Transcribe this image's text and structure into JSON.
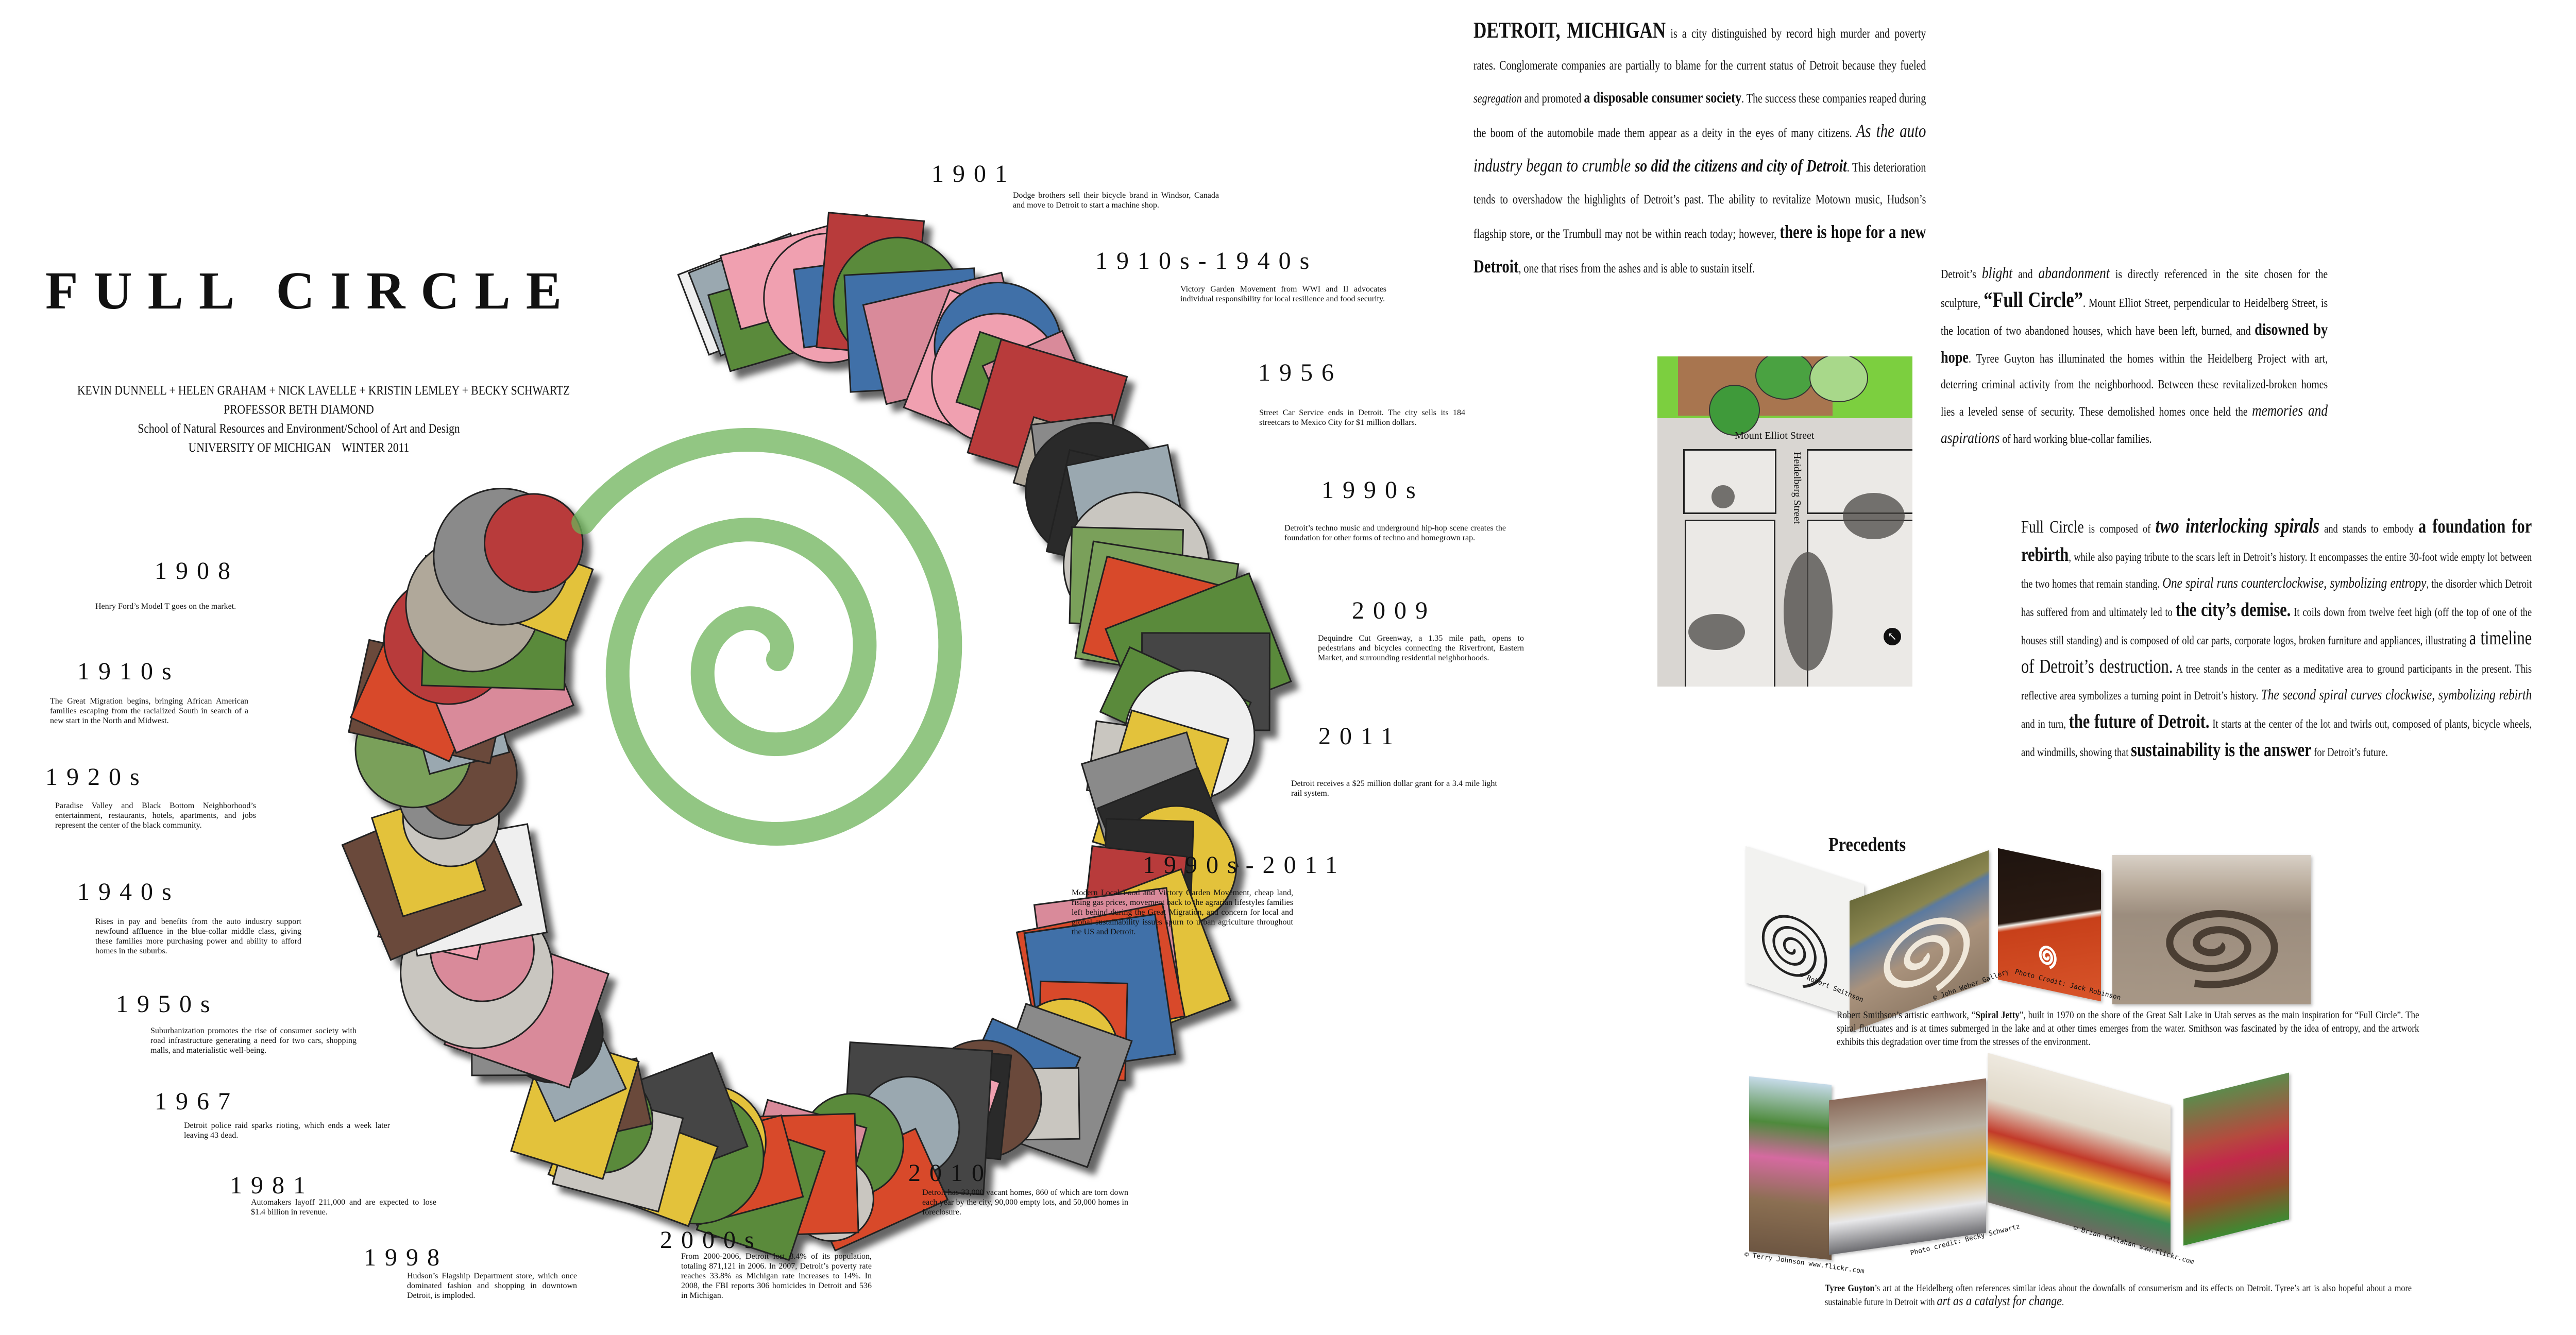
{
  "header": {
    "title": "FULL CIRCLE",
    "authors": "KEVIN DUNNELL + HELEN GRAHAM + NICK LAVELLE + KRISTIN LEMLEY + BECKY SCHWARTZ",
    "professor": "PROFESSOR BETH DIAMOND",
    "school": "School of Natural Resources and Environment/School of Art and Design",
    "university": "UNIVERSITY OF MICHIGAN    WINTER 2011"
  },
  "timeline": [
    {
      "year": "1908",
      "text": "Henry Ford’s Model T goes on the market."
    },
    {
      "year": "1910s",
      "text": "The Great Migration begins, bringing African American families escaping from the racialized South in search of a new start in the North and Midwest."
    },
    {
      "year": "1920s",
      "text": "Paradise Valley and Black Bottom Neighborhood’s entertainment, restaurants, hotels, apartments, and jobs represent the center of the black community."
    },
    {
      "year": "1940s",
      "text": "Rises in pay and benefits from the auto industry support newfound affluence in the blue-collar middle class, giving these families more purchasing power and ability to afford homes in the suburbs."
    },
    {
      "year": "1950s",
      "text": "Suburbanization promotes the rise of consumer society with road infrastructure generating a need for two cars, shopping malls, and materialistic well-being."
    },
    {
      "year": "1967",
      "text": "Detroit police raid sparks rioting, which ends a week later leaving 43 dead."
    },
    {
      "year": "1981",
      "text": "Automakers layoff 211,000 and are expected to lose $1.4 billion in revenue."
    },
    {
      "year": "1998",
      "text": "Hudson’s Flagship Department store, which once dominated fashion and shopping in downtown Detroit, is imploded."
    },
    {
      "year": "2000s",
      "text": "From 2000-2006, Detroit lost 8.4% of its population, totaling 871,121 in 2006. In 2007, Detroit’s poverty rate reaches 33.8% as Michigan rate increases to 14%. In 2008, the FBI reports 306 homicides in Detroit and 536 in Michigan."
    },
    {
      "year": "2010",
      "text": "Detroit has 33,000 vacant homes, 860 of which are torn down each year by the city, 90,000 empty lots, and 50,000 homes in foreclosure."
    },
    {
      "year": "1901",
      "text": "Dodge brothers sell their bicycle brand in Windsor, Canada and move to Detroit to start a machine shop."
    },
    {
      "year": "1910s-1940s",
      "text": "Victory Garden Movement from WWI and II advocates individual responsibility for local resilience and food security."
    },
    {
      "year": "1956",
      "text": "Street Car Service ends in Detroit. The city sells its 184 streetcars to Mexico City for $1 million dollars."
    },
    {
      "year": "1990s",
      "text": "Detroit’s techno music and  underground hip-hop scene creates the foundation for other forms of techno and homegrown rap."
    },
    {
      "year": "2009",
      "text": "Dequindre Cut Greenway, a 1.35 mile path, opens to pedestrians and bicycles connecting the Riverfront, Eastern Market, and surrounding residential neighborhoods."
    },
    {
      "year": "2011",
      "text": "Detroit receives a $25 million dollar grant for a 3.4 mile light rail system."
    },
    {
      "year": "1990s-2011",
      "text": "Modern Local Food and Victory Garden Movement, cheap land, rising gas prices, movement back to the agrarian lifestyles families left behind during the Great Migration, and concern for local and global sustainability issues spurn to urban agriculture throughout the US and Detroit."
    }
  ],
  "paragraphs": {
    "detroit": [
      {
        "text": "DETROIT, MICHIGAN",
        "emphasis": "display"
      },
      {
        "text": " is a city distinguished by record high murder and poverty rates. Conglomerate companies are partially to blame for the current status of Detroit because they fueled ",
        "emphasis": "none"
      },
      {
        "text": "segregation",
        "emphasis": "em"
      },
      {
        "text": " and promoted ",
        "emphasis": "none"
      },
      {
        "text": "a disposable consumer society",
        "emphasis": "strong"
      },
      {
        "text": ". The success these companies reaped during the boom of the automobile made them appear as a deity in the eyes of many citizens. ",
        "emphasis": "none"
      },
      {
        "text": "As the auto industry began to crumble ",
        "emphasis": "em-large"
      },
      {
        "text": "so did the citizens and city of Detroit",
        "emphasis": "strong-em"
      },
      {
        "text": ". This deterioration tends to overshadow the highlights of Detroit’s past. The ability to revitalize Motown music, Hudson’s flagship store, or the Trumbull may not be within reach today; however, ",
        "emphasis": "none"
      },
      {
        "text": "there is hope for a new Detroit",
        "emphasis": "strong-large"
      },
      {
        "text": ", one that rises from the ashes and is able to sustain itself.",
        "emphasis": "none"
      }
    ],
    "blight": [
      {
        "text": "Detroit’s ",
        "emphasis": "none"
      },
      {
        "text": "blight",
        "emphasis": "em"
      },
      {
        "text": " and ",
        "emphasis": "none"
      },
      {
        "text": "abandonment",
        "emphasis": "em"
      },
      {
        "text": " is directly referenced in the site chosen for the sculpture, ",
        "emphasis": "none"
      },
      {
        "text": "“Full Circle”",
        "emphasis": "strong-large"
      },
      {
        "text": ". Mount Elliot Street, perpendicular to Heidelberg Street, is the location of two abandoned houses, which have been left, burned, and ",
        "emphasis": "none"
      },
      {
        "text": "disowned by hope",
        "emphasis": "strong"
      },
      {
        "text": ". Tyree Guyton has illuminated the homes within the Heidelberg Project with art, deterring criminal activity from the neighborhood. Between these revitalized-broken homes lies a leveled sense of security. These demolished homes once held the ",
        "emphasis": "none"
      },
      {
        "text": "memories and aspirations",
        "emphasis": "em"
      },
      {
        "text": " of hard working blue-collar families.",
        "emphasis": "none"
      }
    ],
    "fullcircle": [
      {
        "text": "Full Circle",
        "emphasis": "lead"
      },
      {
        "text": " is composed of ",
        "emphasis": "none"
      },
      {
        "text": "two interlocking spirals",
        "emphasis": "strong-em"
      },
      {
        "text": " and stands to embody ",
        "emphasis": "none"
      },
      {
        "text": "a foundation for rebirth",
        "emphasis": "strong"
      },
      {
        "text": ", while also paying tribute to the scars left in Detroit’s history. It encompasses the entire 30-foot wide empty lot between the two homes that remain standing. ",
        "emphasis": "none"
      },
      {
        "text": "One spiral runs counterclockwise, symbolizing entropy",
        "emphasis": "em"
      },
      {
        "text": ", the disorder which Detroit has suffered from and ultimately led to ",
        "emphasis": "none"
      },
      {
        "text": "the city’s demise.",
        "emphasis": "strong"
      },
      {
        "text": " It coils down from twelve feet high (off the top of one of the houses still standing) and is composed of old car parts, corporate logos, broken furniture and appliances, illustrating ",
        "emphasis": "none"
      },
      {
        "text": "a timeline of Detroit’s destruction.",
        "emphasis": "large"
      },
      {
        "text": " A tree stands in the center as a meditative area to ground participants in the present. This reflective area symbolizes a turning point in Detroit’s history. ",
        "emphasis": "none"
      },
      {
        "text": "The second spiral curves clockwise, symbolizing rebirth",
        "emphasis": "em"
      },
      {
        "text": " and in turn, ",
        "emphasis": "none"
      },
      {
        "text": "the future of Detroit.",
        "emphasis": "strong"
      },
      {
        "text": " It starts at the center of the lot and twirls out, composed of plants, bicycle wheels, and windmills, showing that ",
        "emphasis": "none"
      },
      {
        "text": "sustainability is the answer",
        "emphasis": "strong"
      },
      {
        "text": " for Detroit’s future.",
        "emphasis": "none"
      }
    ],
    "smithson": [
      {
        "text": "Robert Smithson’s artistic earthwork, “",
        "emphasis": "none"
      },
      {
        "text": "Spiral Jetty",
        "emphasis": "strong"
      },
      {
        "text": "”, built in 1970 on the shore of the Great Salt Lake in Utah serves as the main inspiration for “Full Circle”. The spiral fluctuates and is at times submerged in the lake and at other times emerges from the water.  Smithson was fascinated by the idea of entropy, and the artwork exhibits this degradation over time from the stresses of the environment.",
        "emphasis": "none"
      }
    ],
    "tyree": [
      {
        "text": "Tyree Guyton",
        "emphasis": "strong"
      },
      {
        "text": "’s art at the Heidelberg often references similar ideas about the downfalls of consumerism and its effects on Detroit.  Tyree’s art is also hopeful about a more sustainable future in Detroit with ",
        "emphasis": "none"
      },
      {
        "text": "art as a catalyst for change",
        "emphasis": "em"
      },
      {
        "text": ".",
        "emphasis": "none"
      }
    ]
  },
  "site_map": {
    "street_horizontal": "Mount Elliot Street",
    "street_vertical": "Heidelberg Street",
    "icon": "north-arrow-icon"
  },
  "precedents": {
    "title": "Precedents",
    "spiral_jetty_credits": [
      "© Robert Smithson",
      "© John Weber Gallery",
      "Photo Credit: Jack Robinson"
    ],
    "heidelberg_credits": [
      "© Terry Johnson www.flickr.com",
      "Photo credit: Becky Schwartz",
      "© Brian Callahan www.flickr.com"
    ]
  },
  "colors": {
    "spiral_green": "#6db35a",
    "lawn_green": "#7ccf3f",
    "lake_red": "#c8401a"
  }
}
